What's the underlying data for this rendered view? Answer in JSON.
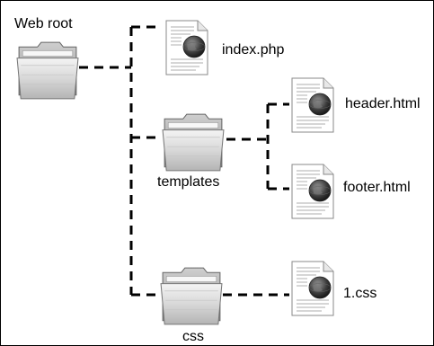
{
  "diagram": {
    "root": {
      "label": "Web root",
      "icon": "folder-icon"
    },
    "nodes": [
      {
        "id": "index",
        "label": "index.php",
        "icon": "web-document-icon"
      },
      {
        "id": "templates",
        "label": "templates",
        "icon": "folder-icon"
      },
      {
        "id": "header",
        "label": "header.html",
        "icon": "web-document-icon"
      },
      {
        "id": "footer",
        "label": "footer.html",
        "icon": "web-document-icon"
      },
      {
        "id": "css",
        "label": "css",
        "icon": "folder-icon"
      },
      {
        "id": "css1",
        "label": "1.css",
        "icon": "web-document-icon"
      }
    ],
    "edges": [
      {
        "from": "root",
        "to": "index"
      },
      {
        "from": "root",
        "to": "templates"
      },
      {
        "from": "root",
        "to": "css"
      },
      {
        "from": "templates",
        "to": "header"
      },
      {
        "from": "templates",
        "to": "footer"
      },
      {
        "from": "css",
        "to": "css1"
      }
    ],
    "colors": {
      "line": "#000000",
      "folder_light": "#e6e6e6",
      "folder_dark": "#9a9a9a",
      "globe": "#3a3a3a"
    }
  }
}
